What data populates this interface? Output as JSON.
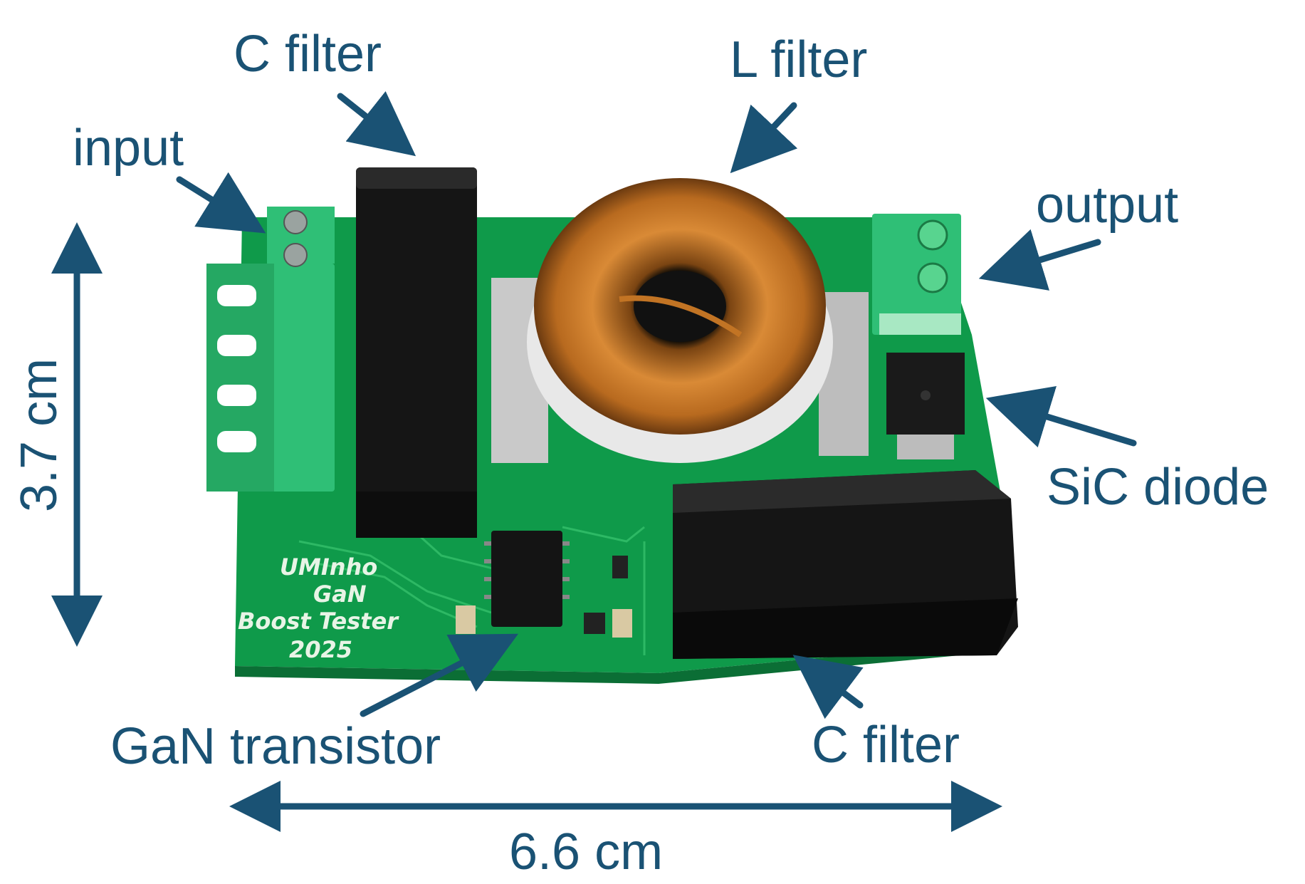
{
  "labels": {
    "c_filter_top": "C filter",
    "l_filter": "L filter",
    "input": "input",
    "output": "output",
    "sic_diode": "SiC diode",
    "gan_transistor": "GaN transistor",
    "c_filter_bottom": "C filter",
    "height_dim": "3.7 cm",
    "width_dim": "6.6 cm"
  },
  "board_silkscreen": {
    "line1": "UMInho",
    "line2": "GaN",
    "line3": "Boost Tester",
    "line4": "2025"
  },
  "colors": {
    "annotation": "#1a5274",
    "pcb": "#0f9a4a",
    "terminal": "#2fbf76",
    "capacitor": "#151515",
    "copper": "#c27424"
  }
}
